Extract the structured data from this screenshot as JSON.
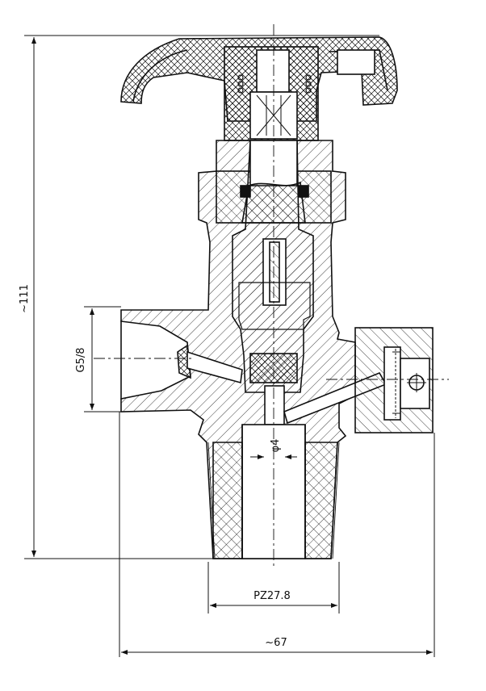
{
  "dimensions": {
    "height_total": "~111",
    "inlet_thread": "G5/8",
    "bore_diameter": "φ4",
    "cylinder_thread": "PZ27.8",
    "width_total": "~67"
  },
  "colors": {
    "line": "#111111",
    "paper": "#ffffff"
  }
}
